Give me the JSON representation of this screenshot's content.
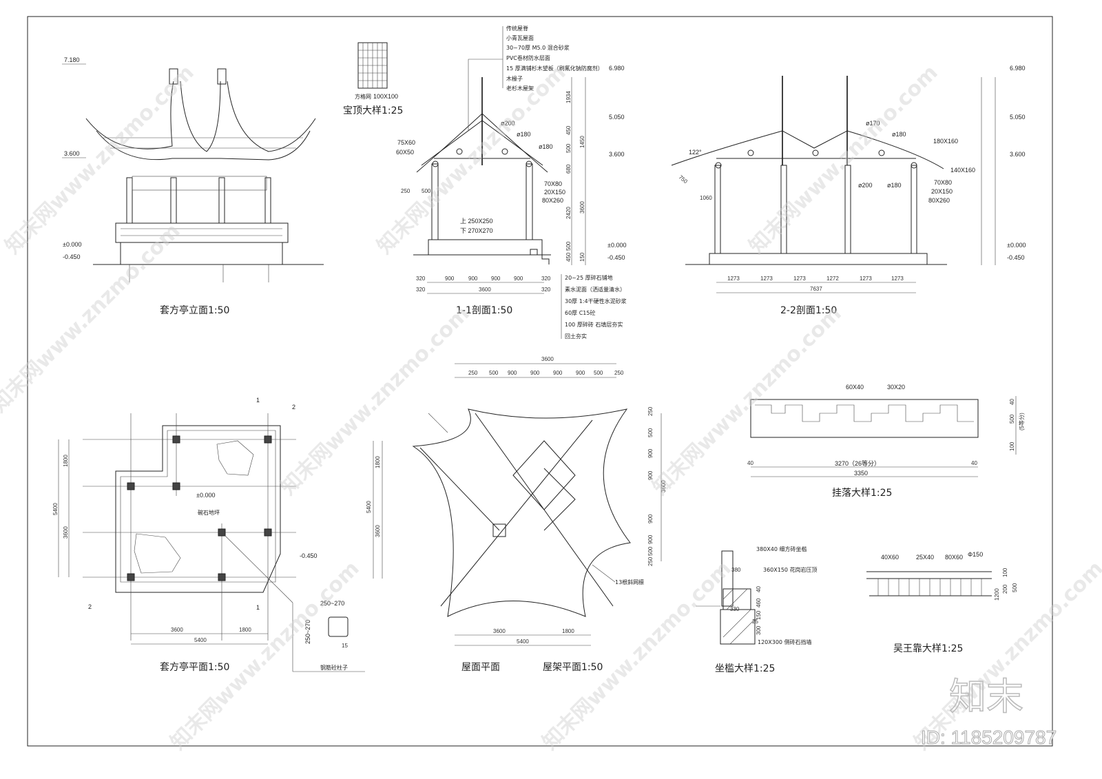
{
  "titles": {
    "elevation": "套方亭立面1:50",
    "baoding": "宝顶大样1:25",
    "section11": "1-1剖面1:50",
    "section22": "2-2剖面1:50",
    "plan": "套方亭平面1:50",
    "roof_plan": "屋面平面",
    "truss_plan": "屋架平面1:50",
    "gualuo": "挂落大样1:25",
    "zuokan": "坐槛大样1:25",
    "wuwangkao": "吴王靠大样1:25"
  },
  "elevations": {
    "top_elev": "7.180",
    "e6980": "6.980",
    "e5050": "5.050",
    "e3600": "3.600",
    "e0": "±0.000",
    "em450": "-0.450"
  },
  "baoding": {
    "grid_label": "方格网",
    "grid_size": "100X100"
  },
  "roof_notes": [
    "传统屋脊",
    "小青瓦屋面",
    "30~70厚 M5.0 混合砂浆",
    "PVC卷材防水层面",
    "15 厚满铺杉木望板（刷氟化钠防腐剂）",
    "木椽子",
    "老杉木屋架"
  ],
  "floor_notes": [
    "20~25 厚碎石铺地",
    "素水泥面（洒适量清水）",
    "30厚 1:4干硬性水泥砂浆",
    "60厚 C15砼",
    "100 厚碎砖  石填层夯实",
    "回土夯实"
  ],
  "section11": {
    "members": [
      "75X60",
      "60X50",
      "ø200",
      "ø180",
      "ø180",
      "70X80",
      "20X150",
      "80X260"
    ],
    "col_top": "上 250X250",
    "col_bot": "下 270X270",
    "dims_top": [
      "250",
      "500"
    ],
    "dims_bottom": [
      "900",
      "900",
      "900",
      "900"
    ],
    "total": "3600",
    "side": [
      "320",
      "320",
      "320",
      "320"
    ],
    "vert": [
      "1934",
      "450",
      "500",
      "1450",
      "680",
      "2420",
      "3600",
      "500",
      "450",
      "150"
    ]
  },
  "section22": {
    "members": [
      "ø170",
      "ø180",
      "180X160",
      "140X160",
      "ø200",
      "ø180",
      "70X80",
      "20X150",
      "80X260"
    ],
    "angle": "122°",
    "d750": "750",
    "d1060": "1060",
    "dims_bottom": [
      "1273",
      "1273",
      "1273",
      "1272",
      "1273",
      "1273"
    ],
    "total": "7637"
  },
  "plan": {
    "floor_label": "碗石地坪",
    "e0": "±0.000",
    "em450": "-0.450",
    "dims_h": [
      "3600",
      "1800"
    ],
    "total_h": "5400",
    "dims_v": [
      "1800",
      "3600"
    ],
    "total_v": "5400",
    "cut1": "1",
    "cut2": "2",
    "column_size": "250~270",
    "column_size_v": "250~270",
    "d15": "15",
    "column_note": "钢筋砼柱子"
  },
  "roof": {
    "dims_top": [
      "250",
      "500",
      "900",
      "900",
      "900",
      "900",
      "500",
      "250"
    ],
    "total_top": "3600",
    "dims_right": [
      "250",
      "500",
      "900",
      "900",
      "900",
      "900",
      "500",
      "250"
    ],
    "total_right": "3600",
    "dims_left": [
      "1800",
      "3600"
    ],
    "total_left": "5400",
    "dims_bottom": [
      "3600",
      "1800"
    ],
    "total_bottom": "5400",
    "note": "13根斜网檩"
  },
  "gualuo": {
    "m1": "60X40",
    "m2": "30X20",
    "inner": "3270（26等分）",
    "total": "3350",
    "end": "40",
    "h500": "500",
    "h40": "40",
    "h100": "100",
    "div": "(5等分)"
  },
  "zuokan": {
    "n1": "380X40 细方砖坐槛",
    "n2": "360X150 花岗岩压顶",
    "n3": "120X300 侧砖石挡墙",
    "d380": "380",
    "d330": "330",
    "d40": "40",
    "d460": "460",
    "d150": "150",
    "d300": "300",
    "d25": "25"
  },
  "wuwangkao": {
    "m1": "40X60",
    "m2": "25X40",
    "m3": "80X60",
    "m4": "Φ150",
    "h": [
      "100",
      "200",
      "500",
      "1200"
    ]
  },
  "watermark": {
    "text": "知末网www.znzmo.com",
    "logo": "知末",
    "id": "ID: 1185209787"
  }
}
